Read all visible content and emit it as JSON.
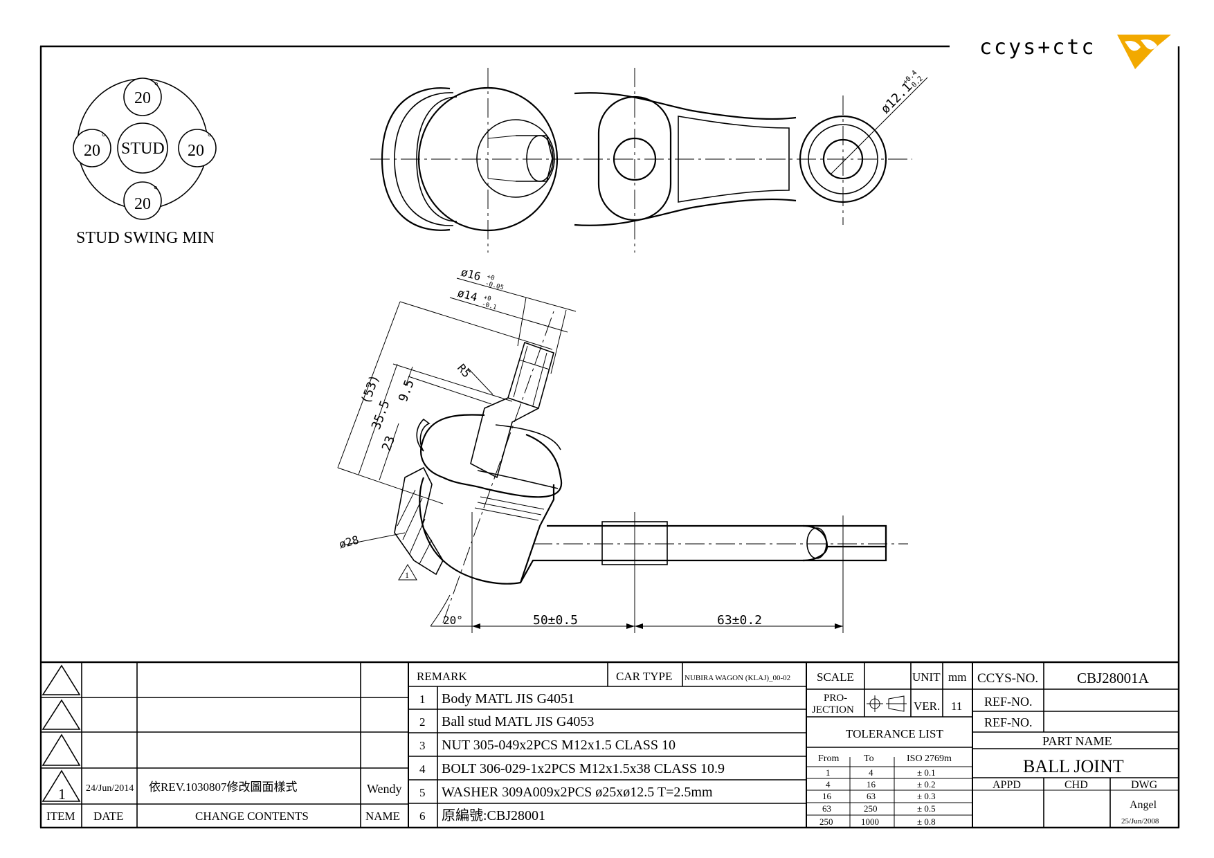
{
  "logo": {
    "text": "ccys+ctc",
    "accent": "#f2a900"
  },
  "swing": {
    "top": "20",
    "left": "20",
    "right": "20",
    "bottom": "20",
    "degree_mark": "°",
    "center": "STUD",
    "caption": "STUD SWING MIN"
  },
  "dims": {
    "hole_dia": "ø12.1",
    "hole_tol_upper": "+0.4",
    "hole_tol_lower": "-0.2",
    "d16": "ø16",
    "d16_tol_upper": "+0",
    "d16_tol_lower": "-0.05",
    "d14": "ø14",
    "d14_tol_upper": "+0",
    "d14_tol_lower": "-0.1",
    "r5": "R5",
    "l53": "(53)",
    "l35_5": "35.5",
    "l23": "23",
    "l9_5": "9.5",
    "d28": "ø28",
    "angle": "20°",
    "len50": "50±0.5",
    "len63": "63±0.2",
    "rev_mark": "1"
  },
  "revision": {
    "row4": {
      "item": "1",
      "date": "24/Jun/2014",
      "content": "依REV.1030807修改圖面樣式",
      "name": "Wendy"
    },
    "headers": {
      "item": "ITEM",
      "date": "DATE",
      "content": "CHANGE CONTENTS",
      "name": "NAME"
    }
  },
  "remark": {
    "header": "REMARK",
    "car_type_label": "CAR TYPE",
    "car_type_value": "NUBIRA WAGON (KLAJ)_00-02",
    "items": [
      {
        "no": "1",
        "text": "Body MATL JIS G4051"
      },
      {
        "no": "2",
        "text": "Ball stud MATL JIS G4053"
      },
      {
        "no": "3",
        "text": "NUT 305-049x2PCS M12x1.5 CLASS 10"
      },
      {
        "no": "4",
        "text": "BOLT 306-029-1x2PCS M12x1.5x38 CLASS 10.9"
      },
      {
        "no": "5",
        "text": "WASHER 309A009x2PCS  ø25xø12.5 T=2.5mm"
      },
      {
        "no": "6",
        "text": "原編號:CBJ28001"
      }
    ]
  },
  "title_block": {
    "scale_label": "SCALE",
    "scale_value": "",
    "unit_label": "UNIT",
    "unit_value": "mm",
    "projection_label_1": "PRO-",
    "projection_label_2": "JECTION",
    "ver_label": "VER.",
    "ver_value": "11",
    "tolerance_title": "TOLERANCE LIST",
    "tol_headers": [
      "From",
      "To",
      "ISO 2769m"
    ],
    "tol_rows": [
      [
        "1",
        "4",
        "± 0.1"
      ],
      [
        "4",
        "16",
        "± 0.2"
      ],
      [
        "16",
        "63",
        "± 0.3"
      ],
      [
        "63",
        "250",
        "± 0.5"
      ],
      [
        "250",
        "1000",
        "± 0.8"
      ]
    ],
    "ccys_no_label": "CCYS-NO.",
    "ccys_no_value": "CBJ28001A",
    "ref_no_label_1": "REF-NO.",
    "ref_no_label_2": "REF-NO.",
    "part_name_label": "PART NAME",
    "part_name_value": "BALL JOINT",
    "appd": "APPD",
    "chd": "CHD",
    "dwg": "DWG",
    "drawer": "Angel",
    "drawn_date": "25/Jun/2008"
  }
}
